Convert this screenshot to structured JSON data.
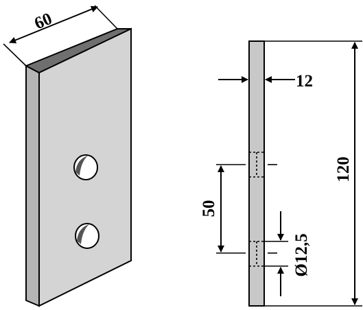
{
  "perspective_view": {
    "width_label": "60"
  },
  "side_view": {
    "thickness_label": "12",
    "height_label": "120",
    "hole_spacing_label": "50",
    "hole_diameter_label": "Ø12,5"
  },
  "colors": {
    "plate_face": "#d4d4d4",
    "plate_side": "#b5b5b5",
    "plate_top": "#6f6f6f",
    "line": "#000000"
  }
}
